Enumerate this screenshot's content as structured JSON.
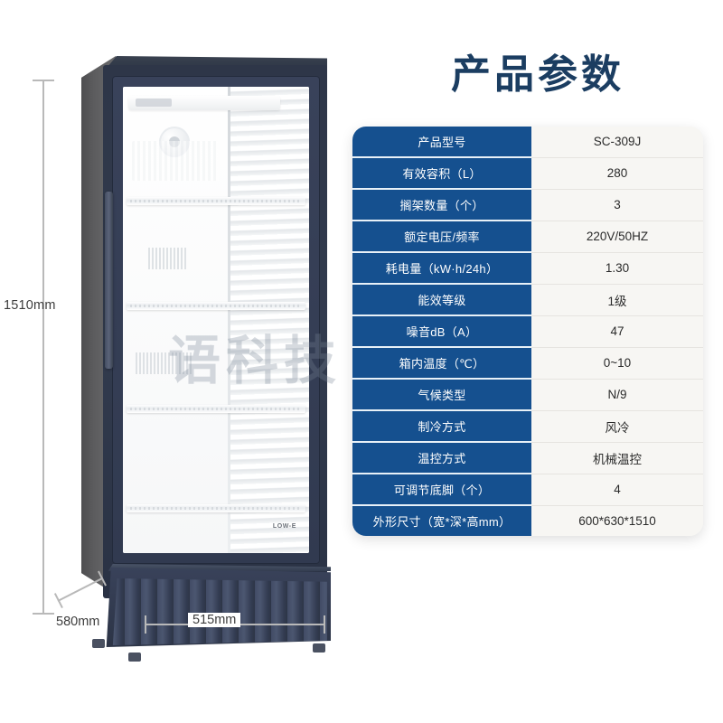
{
  "title": "产品参数",
  "colors": {
    "table_header_blue": "#15508f",
    "title_navy": "#1b3d61",
    "value_cell": "#f7f6f3",
    "cabinet_navy": "#2e3648",
    "side_panel_gray": "#5d5d5f"
  },
  "product": {
    "glass_mark": "LOW-E",
    "watermark": "语科技",
    "dimensions": {
      "height_label": "1510mm",
      "depth_label": "580mm",
      "width_label": "515mm"
    }
  },
  "spec_table": {
    "rows": [
      {
        "label": "产品型号",
        "value": "SC-309J"
      },
      {
        "label": "有效容积（L）",
        "value": "280"
      },
      {
        "label": "搁架数量（个）",
        "value": "3"
      },
      {
        "label": "额定电压/频率",
        "value": "220V/50HZ"
      },
      {
        "label": "耗电量（kW·h/24h）",
        "value": "1.30"
      },
      {
        "label": "能效等级",
        "value": "1级"
      },
      {
        "label": "噪音dB（A）",
        "value": "47"
      },
      {
        "label": "箱内温度（℃）",
        "value": "0~10"
      },
      {
        "label": "气候类型",
        "value": "N/9"
      },
      {
        "label": "制冷方式",
        "value": "风冷"
      },
      {
        "label": "温控方式",
        "value": "机械温控"
      },
      {
        "label": "可调节底脚（个）",
        "value": "4"
      },
      {
        "label": "外形尺寸（宽*深*高mm）",
        "value": "600*630*1510"
      }
    ]
  }
}
